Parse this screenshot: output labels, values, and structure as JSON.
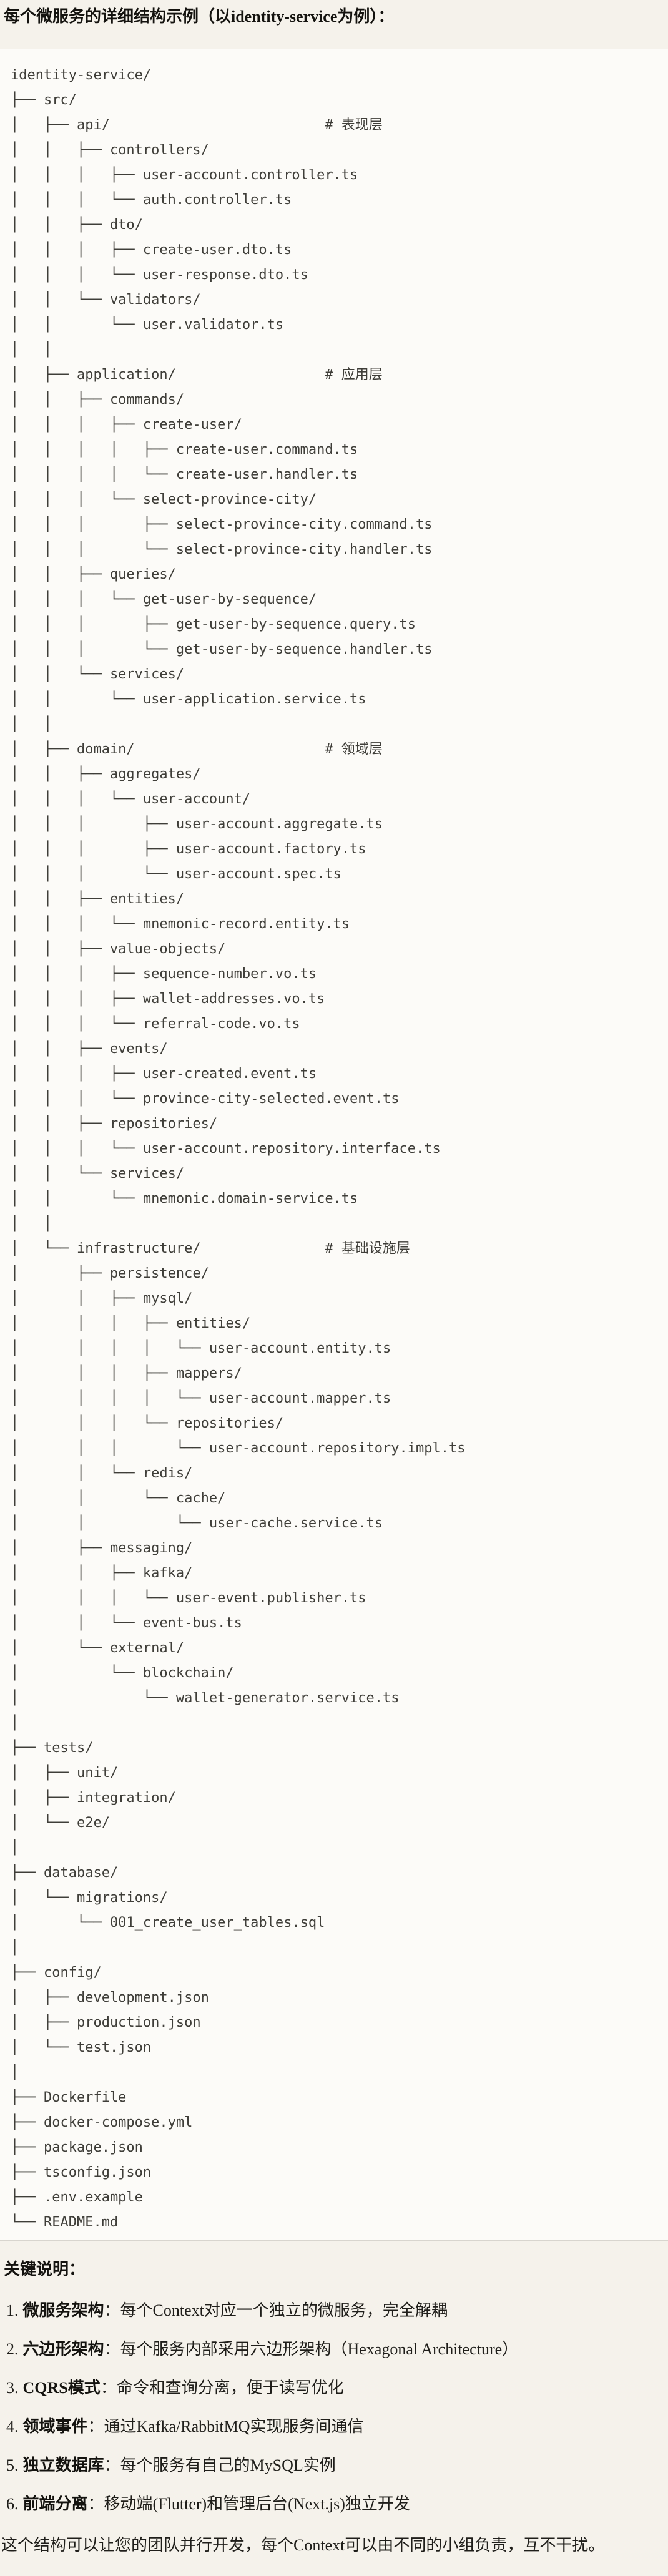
{
  "title": "每个微服务的详细结构示例（以identity-service为例）：",
  "code_block": {
    "lines": [
      "identity-service/",
      "├── src/",
      "│   ├── api/                          # 表现层",
      "│   │   ├── controllers/",
      "│   │   │   ├── user-account.controller.ts",
      "│   │   │   └── auth.controller.ts",
      "│   │   ├── dto/",
      "│   │   │   ├── create-user.dto.ts",
      "│   │   │   └── user-response.dto.ts",
      "│   │   └── validators/",
      "│   │       └── user.validator.ts",
      "│   │",
      "│   ├── application/                  # 应用层",
      "│   │   ├── commands/",
      "│   │   │   ├── create-user/",
      "│   │   │   │   ├── create-user.command.ts",
      "│   │   │   │   └── create-user.handler.ts",
      "│   │   │   └── select-province-city/",
      "│   │   │       ├── select-province-city.command.ts",
      "│   │   │       └── select-province-city.handler.ts",
      "│   │   ├── queries/",
      "│   │   │   └── get-user-by-sequence/",
      "│   │   │       ├── get-user-by-sequence.query.ts",
      "│   │   │       └── get-user-by-sequence.handler.ts",
      "│   │   └── services/",
      "│   │       └── user-application.service.ts",
      "│   │",
      "│   ├── domain/                       # 领域层",
      "│   │   ├── aggregates/",
      "│   │   │   └── user-account/",
      "│   │   │       ├── user-account.aggregate.ts",
      "│   │   │       ├── user-account.factory.ts",
      "│   │   │       └── user-account.spec.ts",
      "│   │   ├── entities/",
      "│   │   │   └── mnemonic-record.entity.ts",
      "│   │   ├── value-objects/",
      "│   │   │   ├── sequence-number.vo.ts",
      "│   │   │   ├── wallet-addresses.vo.ts",
      "│   │   │   └── referral-code.vo.ts",
      "│   │   ├── events/",
      "│   │   │   ├── user-created.event.ts",
      "│   │   │   └── province-city-selected.event.ts",
      "│   │   ├── repositories/",
      "│   │   │   └── user-account.repository.interface.ts",
      "│   │   └── services/",
      "│   │       └── mnemonic.domain-service.ts",
      "│   │",
      "│   └── infrastructure/               # 基础设施层",
      "│       ├── persistence/",
      "│       │   ├── mysql/",
      "│       │   │   ├── entities/",
      "│       │   │   │   └── user-account.entity.ts",
      "│       │   │   ├── mappers/",
      "│       │   │   │   └── user-account.mapper.ts",
      "│       │   │   └── repositories/",
      "│       │   │       └── user-account.repository.impl.ts",
      "│       │   └── redis/",
      "│       │       └── cache/",
      "│       │           └── user-cache.service.ts",
      "│       ├── messaging/",
      "│       │   ├── kafka/",
      "│       │   │   └── user-event.publisher.ts",
      "│       │   └── event-bus.ts",
      "│       └── external/",
      "│           └── blockchain/",
      "│               └── wallet-generator.service.ts",
      "│",
      "├── tests/",
      "│   ├── unit/",
      "│   ├── integration/",
      "│   └── e2e/",
      "│",
      "├── database/",
      "│   └── migrations/",
      "│       └── 001_create_user_tables.sql",
      "│",
      "├── config/",
      "│   ├── development.json",
      "│   ├── production.json",
      "│   └── test.json",
      "│",
      "├── Dockerfile",
      "├── docker-compose.yml",
      "├── package.json",
      "├── tsconfig.json",
      "├── .env.example",
      "└── README.md"
    ]
  },
  "notes": {
    "heading": "关键说明：",
    "items": [
      {
        "num": "1.",
        "label": "微服务架构",
        "sep": "：",
        "desc": "每个Context对应一个独立的微服务，完全解耦"
      },
      {
        "num": "2.",
        "label": "六边形架构",
        "sep": "：",
        "desc": "每个服务内部采用六边形架构（Hexagonal Architecture）"
      },
      {
        "num": "3.",
        "label": "CQRS模式",
        "sep": "：",
        "desc": "命令和查询分离，便于读写优化"
      },
      {
        "num": "4.",
        "label": "领域事件",
        "sep": "：",
        "desc": "通过Kafka/RabbitMQ实现服务间通信"
      },
      {
        "num": "5.",
        "label": "独立数据库",
        "sep": "：",
        "desc": "每个服务有自己的MySQL实例"
      },
      {
        "num": "6.",
        "label": "前端分离",
        "sep": "：",
        "desc": "移动端(Flutter)和管理后台(Next.js)独立开发"
      }
    ],
    "footer": "这个结构可以让您的团队并行开发，每个Context可以由不同的小组负责，互不干扰。"
  }
}
